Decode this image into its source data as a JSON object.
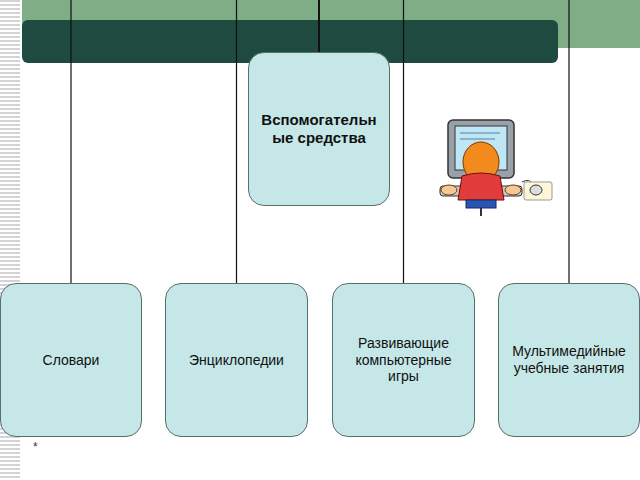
{
  "diagram": {
    "nodes": [
      {
        "text": [
          "Вспомогательные средства"
        ]
      },
      {
        "text": [
          "Словари"
        ]
      },
      {
        "text": [
          "Энциклопедии"
        ]
      },
      {
        "text": [
          "Развивающие компьютерные игры"
        ]
      },
      {
        "text": [
          "Мультимедийные учебные занятия"
        ]
      }
    ],
    "edges": [
      {
        "from": 0,
        "to": 1,
        "arrow": "none"
      },
      {
        "from": 0,
        "to": 2,
        "arrow": "none"
      },
      {
        "from": 0,
        "to": 3,
        "arrow": "none"
      },
      {
        "from": 0,
        "to": 4,
        "arrow": "none"
      }
    ],
    "labels": [
      "*"
    ]
  }
}
